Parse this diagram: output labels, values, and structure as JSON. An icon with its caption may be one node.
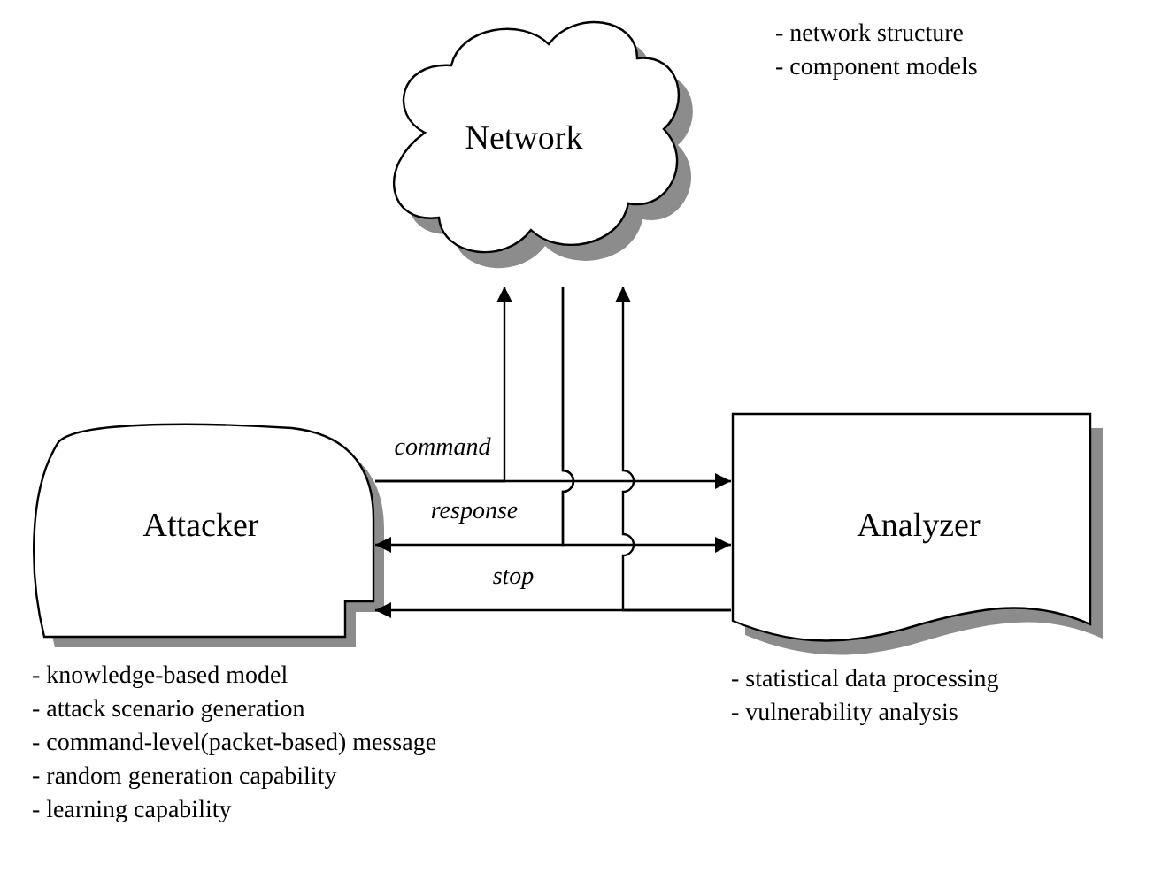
{
  "diagram": {
    "nodes": [
      {
        "text": [
          "Network"
        ],
        "beside": [
          "- network structure",
          "- component models"
        ]
      },
      {
        "text": [
          "Attacker"
        ],
        "beside": [
          "- knowledge-based model",
          "- attack scenario generation",
          "- command-level(packet-based) message",
          "- random generation capability",
          "- learning capability"
        ]
      },
      {
        "text": [
          "Analyzer"
        ],
        "beside": [
          "- statistical data processing",
          "- vulnerability analysis"
        ]
      }
    ],
    "edges": [
      {
        "from": 1,
        "to": 2,
        "arrow": "to",
        "label": "command"
      },
      {
        "from": 1,
        "to": 0,
        "arrow": "to"
      },
      {
        "from": 0,
        "to": 1,
        "arrow": "to",
        "label": "response"
      },
      {
        "from": 0,
        "to": 2,
        "arrow": "to"
      },
      {
        "from": 2,
        "to": 1,
        "arrow": "to",
        "label": "stop"
      },
      {
        "from": 2,
        "to": 0,
        "arrow": "to"
      }
    ]
  }
}
